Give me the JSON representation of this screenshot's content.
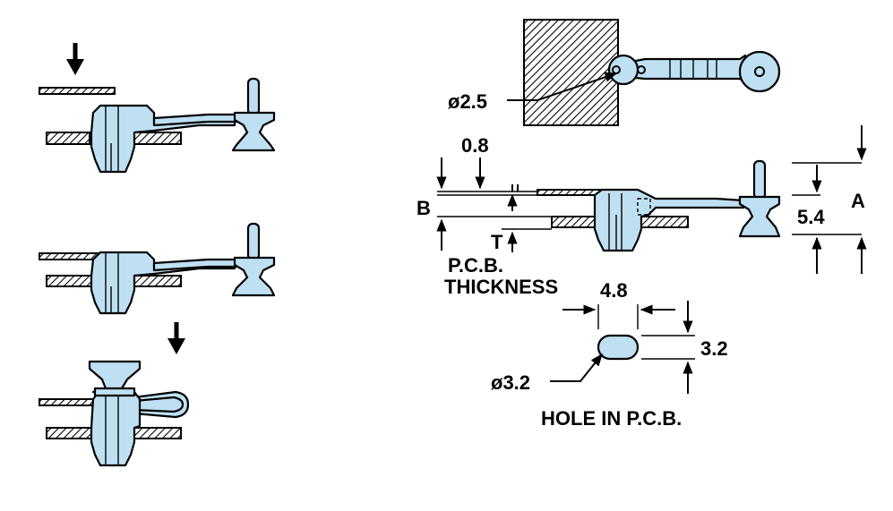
{
  "labels": {
    "dia_2_5": "ø2.5",
    "dim_0_8": "0.8",
    "dim_B": "B",
    "dim_T": "T",
    "pcb_thickness_line1": "P.C.B.",
    "pcb_thickness_line2": "THICKNESS",
    "dim_5_4": "5.4",
    "dim_A": "A",
    "dim_4_8": "4.8",
    "dim_3_2": "3.2",
    "dia_3_2": "ø3.2",
    "hole_in_pcb": "HOLE IN P.C.B."
  },
  "colors": {
    "part_fill": "#bfe0f2",
    "line": "#000000",
    "background": "#ffffff"
  },
  "icons": {
    "press_arrow_top": "down-arrow-icon",
    "press_arrow_bottom": "down-arrow-icon"
  }
}
